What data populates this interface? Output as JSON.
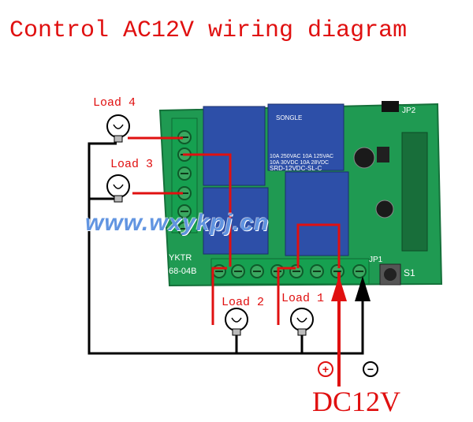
{
  "title": "Control AC12V wiring diagram",
  "loads": {
    "load4": "Load 4",
    "load3": "Load 3",
    "load2": "Load 2",
    "load1": "Load 1"
  },
  "board": {
    "model_name": "YKTR",
    "model_number": "68-04B",
    "jp1": "JP1",
    "jp2": "JP2",
    "s1": "S1",
    "relay_brand": "SONGLE",
    "relay_model": "SRD-12VDC-SL-C",
    "relay_rating_1": "10A 250VAC  10A 125VAC",
    "relay_rating_2": "10A 30VDC  10A 28VDC"
  },
  "watermark": "www.wxykpj.cn",
  "power": {
    "plus": "+",
    "minus": "−",
    "label": "DC12V"
  },
  "colors": {
    "wire_red": "#e01010",
    "wire_black": "#000000",
    "board_green": "#1f9a52",
    "relay_blue": "#2d4fa8"
  }
}
